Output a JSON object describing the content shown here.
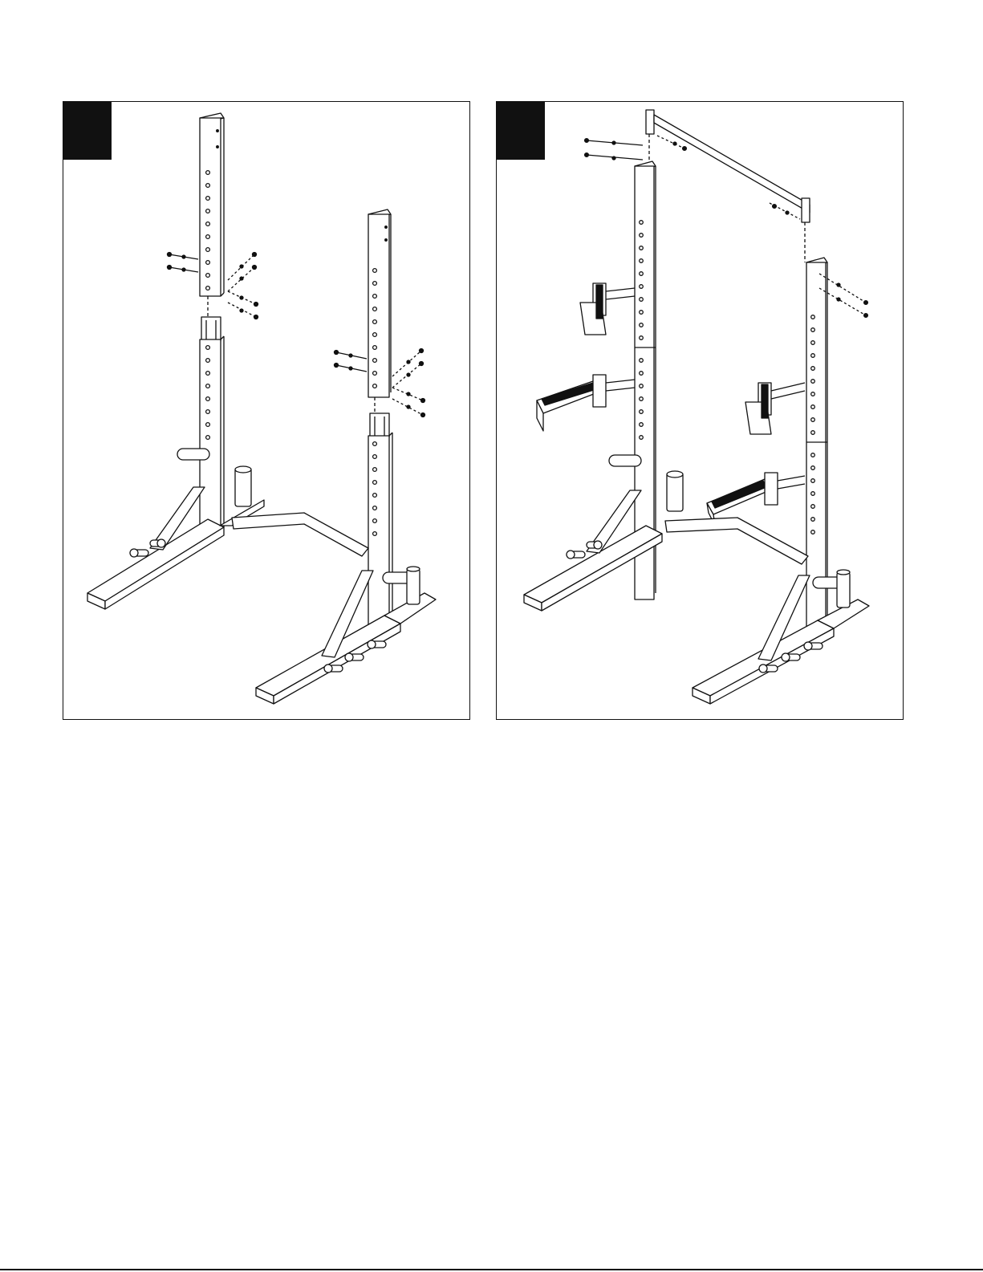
{
  "steps": [
    {
      "id": "left",
      "number": ""
    },
    {
      "id": "right",
      "number": ""
    }
  ],
  "colors": {
    "ink": "#111111",
    "paper": "#ffffff"
  },
  "icons": [
    "squat-rack-base-assembly-diagram",
    "squat-rack-crossbar-and-hooks-diagram"
  ]
}
